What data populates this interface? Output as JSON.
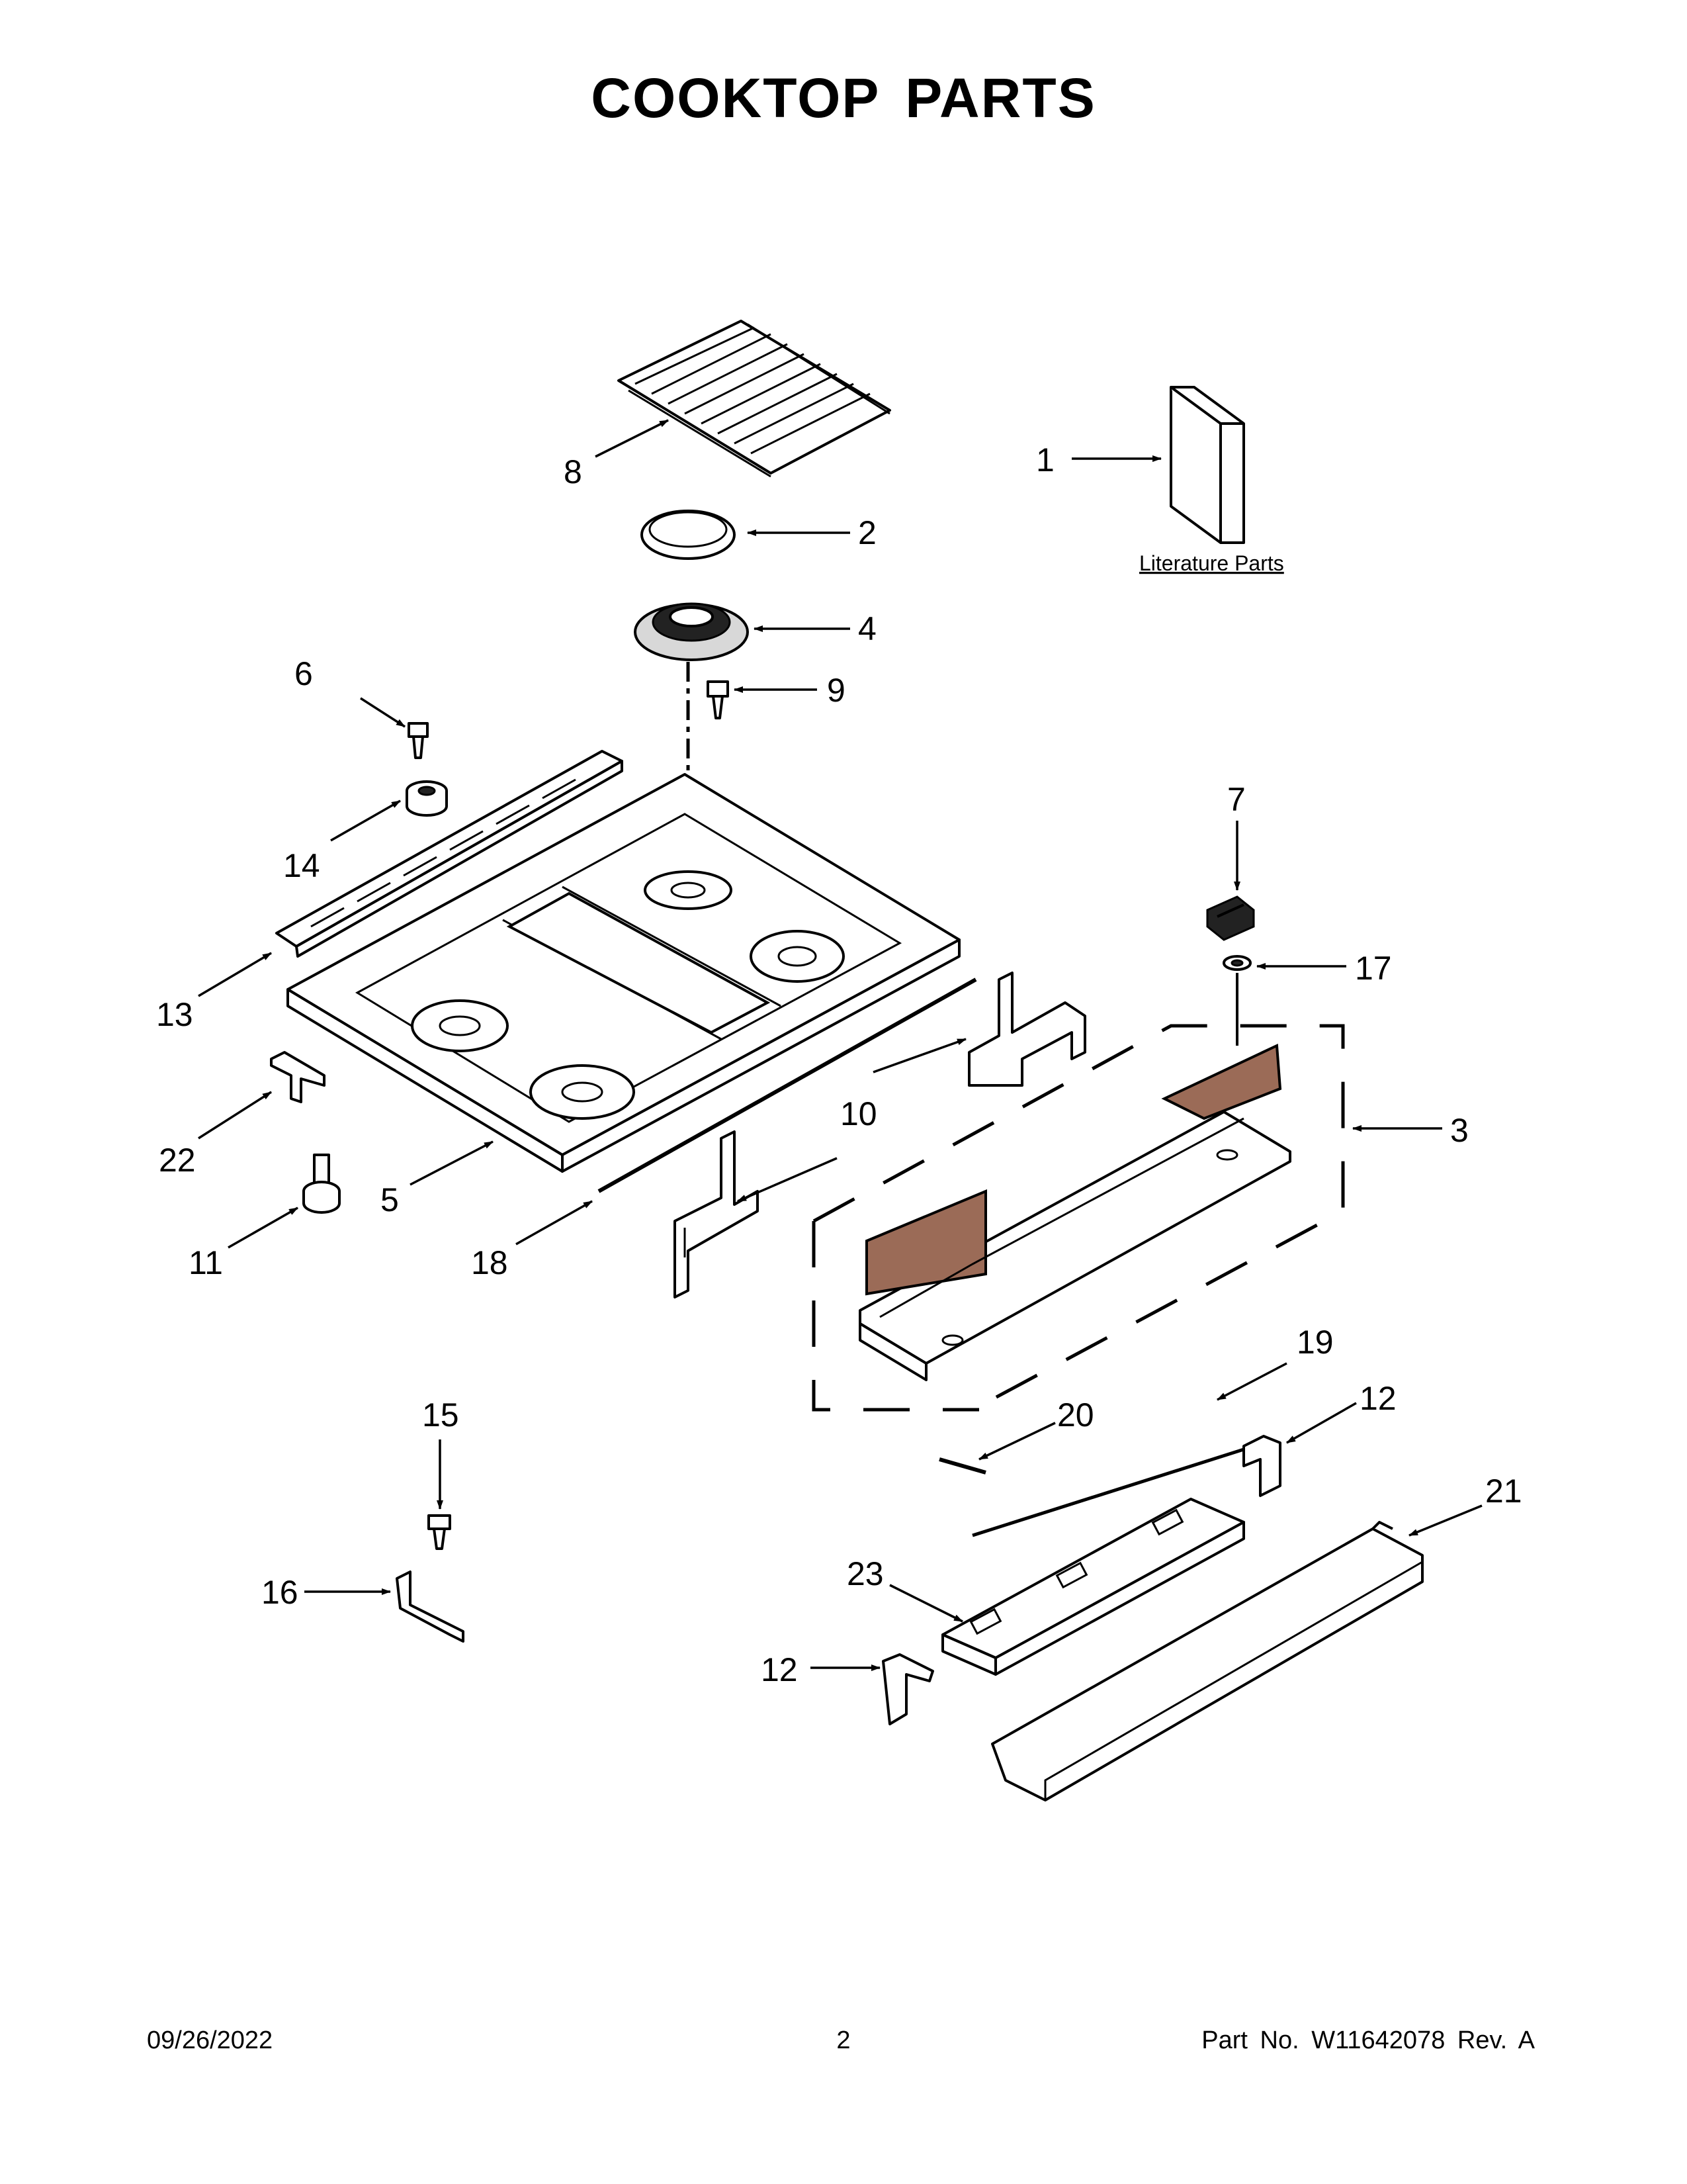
{
  "title": "COOKTOP PARTS",
  "literature_label": "Literature Parts",
  "callouts": {
    "c1": "1",
    "c2": "2",
    "c3": "3",
    "c4": "4",
    "c5": "5",
    "c6": "6",
    "c7": "7",
    "c8": "8",
    "c9": "9",
    "c10": "10",
    "c11": "11",
    "c12a": "12",
    "c12b": "12",
    "c13": "13",
    "c14": "14",
    "c15": "15",
    "c16": "16",
    "c17": "17",
    "c18": "18",
    "c19": "19",
    "c20": "20",
    "c21": "21",
    "c22": "22",
    "c23": "23"
  },
  "footer": {
    "date": "09/26/2022",
    "page": "2",
    "part_no": "Part No.  W11642078  Rev.  A"
  }
}
